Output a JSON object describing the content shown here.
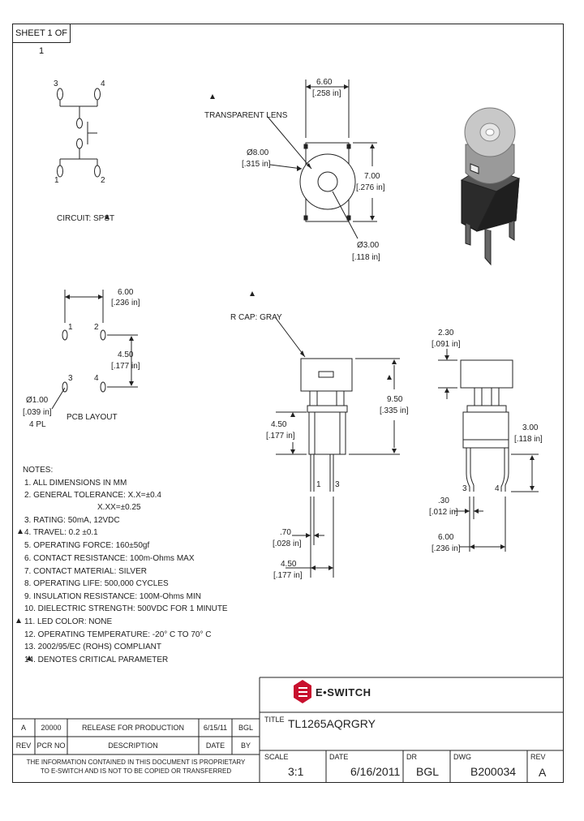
{
  "sheet": "SHEET 1 OF 1",
  "circuit": {
    "label": "CIRCUIT: SPST",
    "pins": [
      "3",
      "4",
      "1",
      "2"
    ]
  },
  "top_view": {
    "lens_label": "TRANSPARENT LENS",
    "width_mm": "6.60",
    "width_in": "[.258 in]",
    "height_mm": "7.00",
    "height_in": "[.276 in]",
    "outer_dia_mm": "Ø8.00",
    "outer_dia_in": "[.315 in]",
    "inner_dia_mm": "Ø3.00",
    "inner_dia_in": "[.118 in]"
  },
  "pcb_layout": {
    "label": "PCB LAYOUT",
    "span_mm": "6.00",
    "span_in": "[.236 in]",
    "pitch_mm": "4.50",
    "pitch_in": "[.177 in]",
    "hole_mm": "Ø1.00",
    "hole_in": "[.039 in]",
    "hole_qty": "4 PL",
    "pins": [
      "1",
      "2",
      "3",
      "4"
    ]
  },
  "front_view": {
    "cap_label": "R CAP: GRAY",
    "height_mm": "9.50",
    "height_in": "[.335 in]",
    "body_mm": "4.50",
    "body_in": "[.177 in]",
    "pin_len_mm": ".70",
    "pin_len_in": "[.028 in]",
    "pin_span_mm": "4.50",
    "pin_span_in": "[.177 in]",
    "pins": [
      "1",
      "3"
    ]
  },
  "side_view": {
    "cap_h_mm": "2.30",
    "cap_h_in": "[.091 in]",
    "lead_mm": "3.00",
    "lead_in": "[.118 in]",
    "pin_w_mm": ".30",
    "pin_w_in": "[.012 in]",
    "span_mm": "6.00",
    "span_in": "[.236 in]",
    "pins": [
      "3",
      "4"
    ]
  },
  "notes": {
    "title": "NOTES:",
    "items": [
      "1. ALL DIMENSIONS IN MM",
      "2. GENERAL TOLERANCE: X.X=±0.4",
      "X.XX=±0.25",
      "3. RATING: 50mA, 12VDC",
      "4. TRAVEL: 0.2 ±0.1",
      "5. OPERATING FORCE: 160±50gf",
      "6. CONTACT RESISTANCE: 100m-Ohms MAX",
      "7. CONTACT MATERIAL: SILVER",
      "8. OPERATING LIFE: 500,000 CYCLES",
      "9. INSULATION RESISTANCE: 100M-Ohms MIN",
      "10. DIELECTRIC STRENGTH: 500VDC FOR 1 MINUTE",
      "11. LED COLOR: NONE",
      "12. OPERATING TEMPERATURE: -20° C TO 70° C",
      "13. 2002/95/EC (ROHS) COMPLIANT",
      "14. DENOTES CRITICAL PARAMETER"
    ]
  },
  "logo": "E•SWITCH",
  "title_block": {
    "title_label": "TITLE",
    "title": "TL1265AQRGRY",
    "scale_label": "SCALE",
    "scale": "3:1",
    "date_label": "DATE",
    "date": "6/16/2011",
    "dr_label": "DR",
    "dr": "BGL",
    "dwg_label": "DWG",
    "dwg": "B200034",
    "rev_label": "REV",
    "rev": "A"
  },
  "revision_table": {
    "headers": [
      "REV",
      "PCR NO",
      "DESCRIPTION",
      "DATE",
      "BY"
    ],
    "rows": [
      [
        "A",
        "20000",
        "RELEASE FOR PRODUCTION",
        "6/15/11",
        "BGL"
      ]
    ]
  },
  "proprietary": [
    "THE INFORMATION CONTAINED IN THIS DOCUMENT IS PROPRIETARY",
    "TO E-SWITCH AND IS NOT TO BE COPIED OR TRANSFERRED"
  ]
}
